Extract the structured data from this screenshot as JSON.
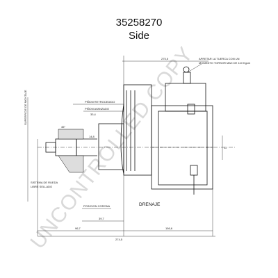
{
  "header": {
    "part_number": "35258270",
    "view": "Side"
  },
  "watermark": "UNCONTROLLED COPY",
  "notes": {
    "tighten_nut": "APRETAR LA TUERCA CON UN",
    "torque_max": "MOMENTO TORSOR MAX DE 110 Kgcm",
    "seal_system": "SISTEMA DE RUEDA",
    "free_sealed": "LIBRE SELLADO",
    "drain": "DRENAJE",
    "pinion_retracted": "PIÑON RETROCEDIDO",
    "pinion_advanced": "PIÑON AVANZADO",
    "crown_position": "POSICION CORONA",
    "mounting_surface": "SUPERFICIE DE MONTAJE",
    "dim_total": "274,5",
    "dim_overall": "275,5",
    "dim_156": "156,6",
    "dim_96": "96,7",
    "dim_39": "39,7",
    "dim_334": "33,4",
    "dim_148": "14,8",
    "dim_11": "11",
    "dim_45": "45°"
  },
  "colors": {
    "line": "#111111",
    "watermark": "#d9d9d9"
  }
}
